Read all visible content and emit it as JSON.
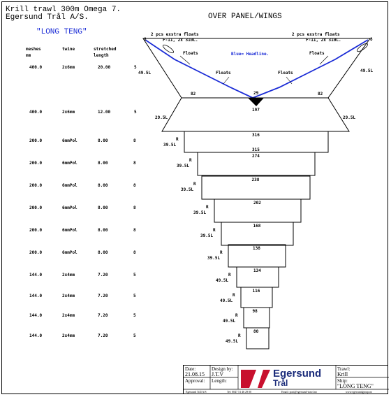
{
  "title_line1": "Krill trawl 300m Omega 7.",
  "title_line2": "Egersund Trål A/S.",
  "ship_name": "\"LONG TENG\"",
  "panel_title": "OVER PANEL/WINGS",
  "columns": {
    "meshes": "meshes",
    "mm": "mm",
    "twine": "twine",
    "stretched": "stretched",
    "length": "length"
  },
  "rows": [
    {
      "meshes": "400.0",
      "twine": "2x6mm",
      "length": "20.00",
      "n": "5"
    },
    {
      "meshes": "400.0",
      "twine": "2x6mm",
      "length": "12.00",
      "n": "5"
    },
    {
      "meshes": "200.0",
      "twine": "6mmPol",
      "length": "8.00",
      "n": "8"
    },
    {
      "meshes": "200.0",
      "twine": "6mmPol",
      "length": "8.00",
      "n": "8"
    },
    {
      "meshes": "200.0",
      "twine": "6mmPol",
      "length": "8.00",
      "n": "8"
    },
    {
      "meshes": "200.0",
      "twine": "6mmPol",
      "length": "8.00",
      "n": "8"
    },
    {
      "meshes": "200.0",
      "twine": "6mmPol",
      "length": "8.00",
      "n": "8"
    },
    {
      "meshes": "200.0",
      "twine": "6mmPol",
      "length": "8.00",
      "n": "8"
    },
    {
      "meshes": "144.0",
      "twine": "2x4mm",
      "length": "7.20",
      "n": "5"
    },
    {
      "meshes": "144.0",
      "twine": "2x4mm",
      "length": "7.20",
      "n": "5"
    },
    {
      "meshes": "144.0",
      "twine": "2x4mm",
      "length": "7.20",
      "n": "5"
    },
    {
      "meshes": "144.0",
      "twine": "2x4mm",
      "length": "7.20",
      "n": "5"
    }
  ],
  "float_note_left1": "2 pcs exstra floats",
  "float_note_left2": "F-11, 2x 310L.",
  "float_note_right1": "2 pcs exstra floats",
  "float_note_right2": "F-11, 2x 310L.",
  "floats_label": "Floats",
  "headline_note": "Blue= Headline.",
  "wing_labels": {
    "top_left": "8",
    "top_right": "8",
    "side_left": "49.5L",
    "side_right": "49.5L",
    "left_count": "82",
    "center_count": "29",
    "right_count": "82",
    "bottom_count": "197",
    "lower_left": "29.5L",
    "lower_right": "29.5L"
  },
  "sections": [
    {
      "top": "316",
      "bottom": "315",
      "r": "R",
      "side": "39.5L"
    },
    {
      "top": "274",
      "bottom": "",
      "r": "R",
      "side": "39.5L"
    },
    {
      "top": "238",
      "bottom": "",
      "r": "R",
      "side": "39.5L"
    },
    {
      "top": "202",
      "bottom": "",
      "r": "R",
      "side": "39.5L"
    },
    {
      "top": "168",
      "bottom": "",
      "r": "R",
      "side": "39.5L"
    },
    {
      "top": "138",
      "bottom": "",
      "r": "R",
      "side": "39.5L"
    },
    {
      "top": "134",
      "bottom": "",
      "r": "R",
      "side": "49.5L"
    },
    {
      "top": "116",
      "bottom": "",
      "r": "R",
      "side": "49.5L"
    },
    {
      "top": "98",
      "bottom": "",
      "r": "R",
      "side": "49.5L"
    },
    {
      "top": "80",
      "bottom": "",
      "r": "R",
      "side": "49.5L"
    }
  ],
  "title_block": {
    "date_label": "Date:",
    "date_value": "21.08.15",
    "design_label": "Design by:",
    "design_value": "J.T.V",
    "approval_label": "Approval:",
    "length_label": "Length:",
    "logo_line1": "Egersund",
    "logo_line2": "Trål",
    "trawl_label": "Trawl:",
    "trawl_value": "Krill",
    "ship_label": "Ship:",
    "ship_value": "\"LONG TENG\"",
    "footer_company": "Egersund Trål A/S",
    "footer_tel": "Tel: 0047 51 46 29 00",
    "footer_email": "Email: post@egersund-trawl.no",
    "footer_web": "www.egersundgroup.no"
  }
}
